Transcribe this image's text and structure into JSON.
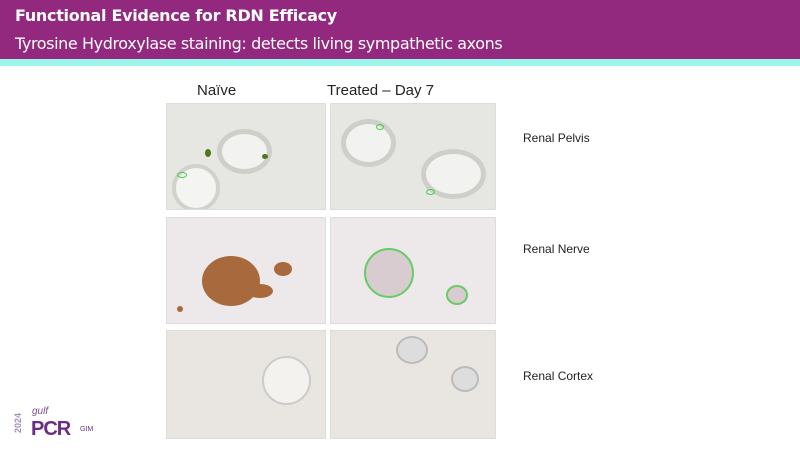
{
  "header": {
    "title": "Functional Evidence for RDN Efficacy",
    "subtitle": "Tyrosine Hydroxylase staining: detects living sympathetic axons"
  },
  "columns": [
    "Naïve",
    "Treated – Day 7"
  ],
  "rows": [
    "Renal Pelvis",
    "Renal Nerve",
    "Renal Cortex"
  ],
  "logo": {
    "year": "2024",
    "brand_top": "gulf",
    "brand": "PCR",
    "suffix": "GIM"
  },
  "colors": {
    "header": "#93297f",
    "band": "#9cf5ea"
  }
}
